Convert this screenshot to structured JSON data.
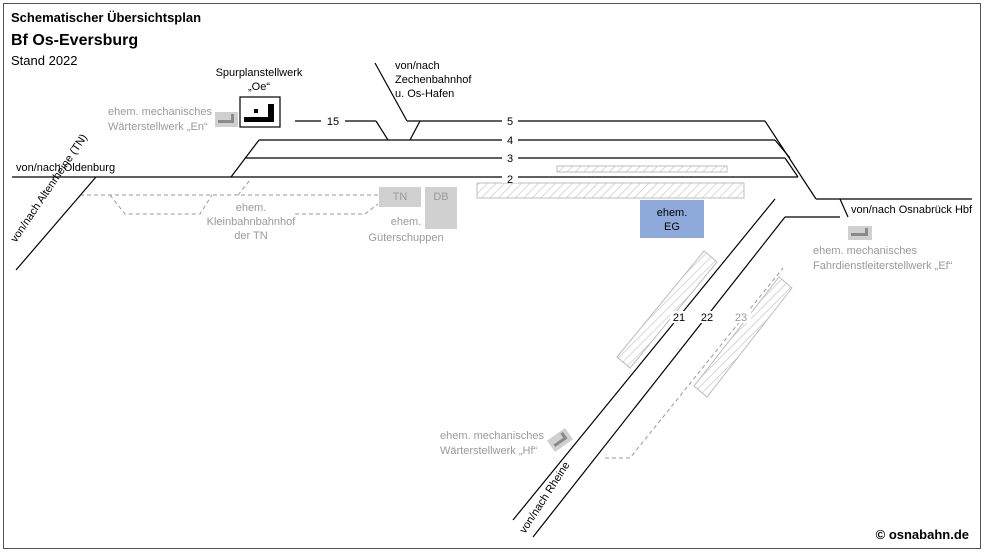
{
  "header": {
    "title": "Schematischer Übersichtsplan",
    "station": "Bf Os-Eversburg",
    "status": "Stand 2022"
  },
  "labels": {
    "oldenburg": "von/nach Oldenburg",
    "altenrheine": "von/nach Altenrheine (TN)",
    "zechen_1": "von/nach",
    "zechen_2": "Zechenbahnhof",
    "zechen_3": "u. Os-Hafen",
    "osnabrueck": "von/nach Osnabrück Hbf",
    "rheine": "von/nach Rheine",
    "eg_1": "ehem.",
    "eg_2": "EG",
    "tn_box": "TN",
    "db_box": "DB"
  },
  "signal_boxes": {
    "oe_1": "Spurplanstellwerk",
    "oe_2": "„Oe“",
    "en_1": "ehem. mechanisches",
    "en_2": "Wärterstellwerk „En“",
    "ef_1": "ehem. mechanisches",
    "ef_2": "Fahrdienstleiterstellwerk „Ef“",
    "hf_1": "ehem. mechanisches",
    "hf_2": "Wärterstellwerk „Hf“"
  },
  "buildings": {
    "kleinbahn_1": "ehem.",
    "kleinbahn_2": "Kleinbahnbahnhof",
    "kleinbahn_3": "der TN",
    "gueter_1": "ehem.",
    "gueter_2": "Güterschuppen"
  },
  "tracks": [
    "15",
    "5",
    "4",
    "3",
    "2",
    "21",
    "22",
    "23"
  ],
  "copyright": "© osnabahn.de",
  "colors": {
    "track": "#000000",
    "former": "#9a9a9a",
    "building_gray": "#d0d0d0",
    "eg_blue": "#8eaadb",
    "platform_hatch": "#c8c8c8"
  }
}
